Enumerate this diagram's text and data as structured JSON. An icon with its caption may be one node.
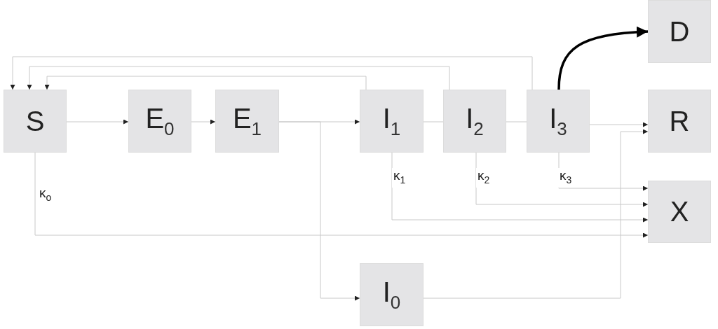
{
  "diagram": {
    "nodes": [
      {
        "text": [
          "S"
        ]
      },
      {
        "text": [
          "E$_{0}$"
        ]
      },
      {
        "text": [
          "E$_{1}$"
        ]
      },
      {
        "text": [
          "I$_{1}$"
        ]
      },
      {
        "text": [
          "I$_{2}$"
        ]
      },
      {
        "text": [
          "I$_{3}$"
        ]
      },
      {
        "text": [
          "D"
        ]
      },
      {
        "text": [
          "R"
        ]
      },
      {
        "text": [
          "X"
        ]
      },
      {
        "text": [
          "I$_{0}$"
        ]
      }
    ],
    "edges": [
      {
        "from": 0,
        "to": 1,
        "arrow": "to"
      },
      {
        "from": 1,
        "to": 2,
        "arrow": "to"
      },
      {
        "from": 2,
        "to": 3,
        "arrow": "to"
      },
      {
        "from": 2,
        "to": 9,
        "arrow": "to"
      },
      {
        "from": 3,
        "to": 4,
        "arrow": "none"
      },
      {
        "from": 4,
        "to": 5,
        "arrow": "none"
      },
      {
        "from": 5,
        "to": 7,
        "arrow": "to"
      },
      {
        "from": 3,
        "to": 0,
        "arrow": "to"
      },
      {
        "from": 4,
        "to": 0,
        "arrow": "to"
      },
      {
        "from": 5,
        "to": 0,
        "arrow": "to"
      },
      {
        "from": 5,
        "to": 6,
        "arrow": "to",
        "style": "thick",
        "color": "#000000"
      },
      {
        "from": 9,
        "to": 7,
        "arrow": "to"
      },
      {
        "from": 5,
        "to": 8,
        "arrow": "to",
        "label": "κ$_{3}$"
      },
      {
        "from": 4,
        "to": 8,
        "arrow": "to",
        "label": "κ$_{2}$"
      },
      {
        "from": 3,
        "to": 8,
        "arrow": "to",
        "label": "κ$_{1}$"
      },
      {
        "from": 0,
        "to": 8,
        "arrow": "to",
        "label": "κ$_{o}$"
      }
    ]
  }
}
